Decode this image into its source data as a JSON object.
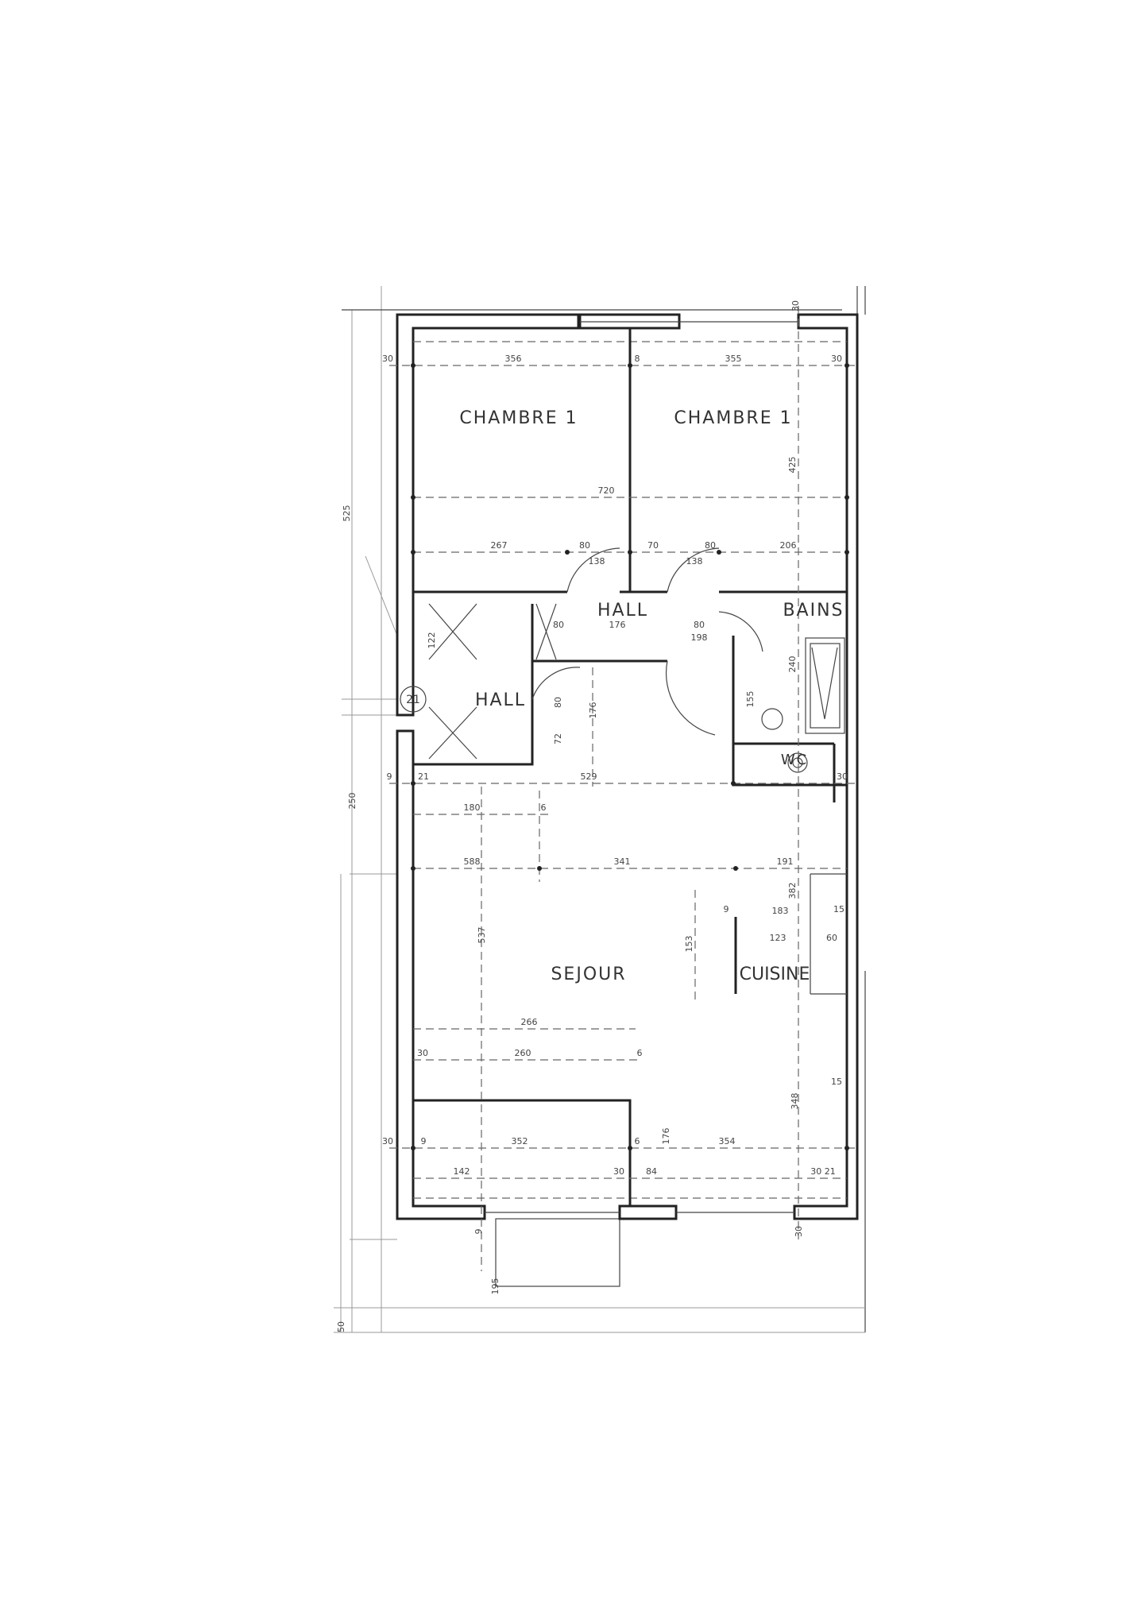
{
  "plan": {
    "rooms": {
      "bedroom_left": "CHAMBRE 1",
      "bedroom_right": "CHAMBRE 1",
      "hall_upper": "HALL",
      "hall_lower": "HALL",
      "bathroom": "BAINS",
      "wc": "WC",
      "living": "SEJOUR",
      "kitchen": "CUISINE"
    },
    "marker": "21",
    "dims": [
      "30",
      "356",
      "8",
      "355",
      "30",
      "30",
      "425",
      "525",
      "720",
      "267",
      "80",
      "70",
      "80",
      "206",
      "138",
      "138",
      "176",
      "80",
      "198",
      "80",
      "240",
      "155",
      "122",
      "176",
      "72",
      "80",
      "529",
      "21",
      "9",
      "30",
      "180",
      "6",
      "588",
      "341",
      "191",
      "382",
      "9",
      "183",
      "15",
      "123",
      "60",
      "153",
      "537",
      "266",
      "30",
      "260",
      "6",
      "15",
      "348",
      "9",
      "352",
      "6",
      "176",
      "354",
      "30",
      "142",
      "30",
      "84",
      "30 21",
      "9",
      "30",
      "195",
      "250",
      "50"
    ]
  }
}
